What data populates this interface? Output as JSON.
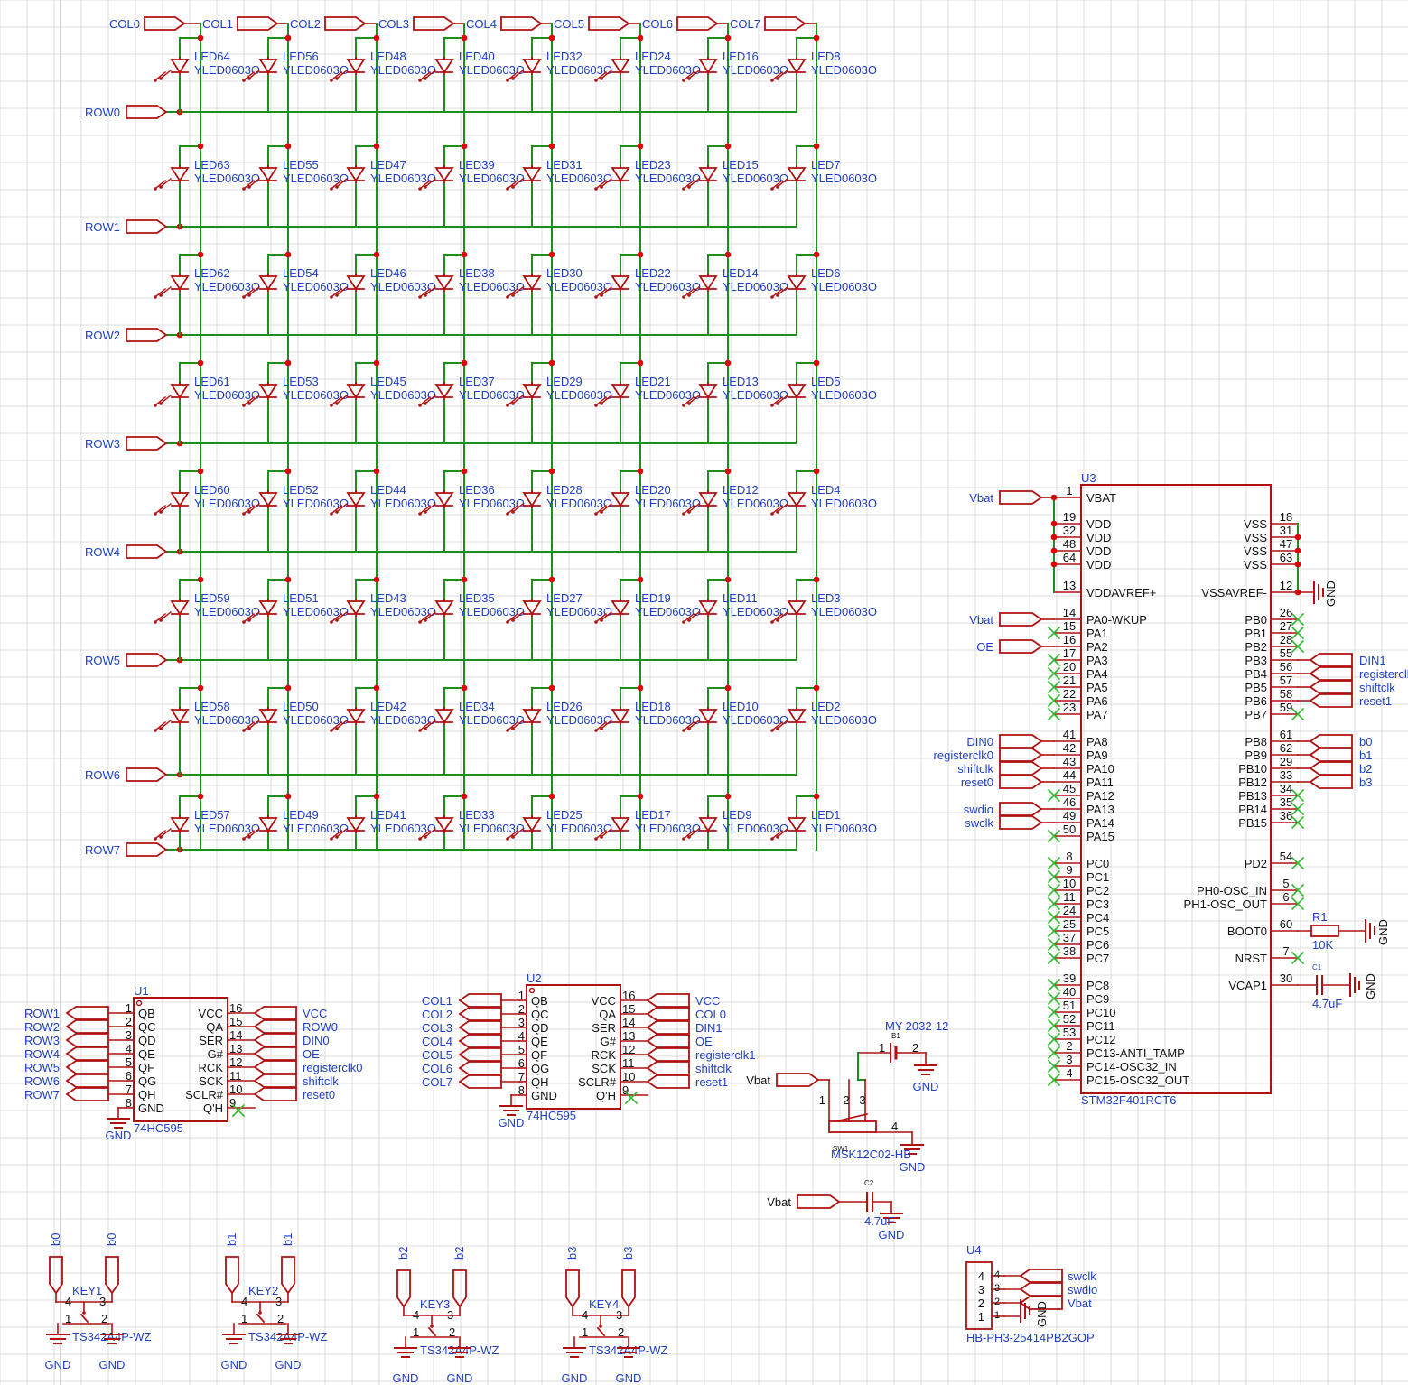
{
  "colors": {
    "grid": "#dcdcdc",
    "wire": "#1c8f1c",
    "symbol": "#b01010",
    "label": "#1f3fc4",
    "pin_text": "#111111",
    "junction": "#e00000",
    "nc_mark": "#2db82d"
  },
  "matrix": {
    "col_ports": [
      "COL0",
      "COL1",
      "COL2",
      "COL3",
      "COL4",
      "COL5",
      "COL6",
      "COL7"
    ],
    "row_ports": [
      "ROW0",
      "ROW1",
      "ROW2",
      "ROW3",
      "ROW4",
      "ROW5",
      "ROW6",
      "ROW7"
    ],
    "led_value": "YLED0603O",
    "led_rows": [
      [
        "LED64",
        "LED56",
        "LED48",
        "LED40",
        "LED32",
        "LED24",
        "LED16",
        "LED8"
      ],
      [
        "LED63",
        "LED55",
        "LED47",
        "LED39",
        "LED31",
        "LED23",
        "LED15",
        "LED7"
      ],
      [
        "LED62",
        "LED54",
        "LED46",
        "LED38",
        "LED30",
        "LED22",
        "LED14",
        "LED6"
      ],
      [
        "LED61",
        "LED53",
        "LED45",
        "LED37",
        "LED29",
        "LED21",
        "LED13",
        "LED5"
      ],
      [
        "LED60",
        "LED52",
        "LED44",
        "LED36",
        "LED28",
        "LED20",
        "LED12",
        "LED4"
      ],
      [
        "LED59",
        "LED51",
        "LED43",
        "LED35",
        "LED27",
        "LED19",
        "LED11",
        "LED3"
      ],
      [
        "LED58",
        "LED50",
        "LED42",
        "LED34",
        "LED26",
        "LED18",
        "LED10",
        "LED2"
      ],
      [
        "LED57",
        "LED49",
        "LED41",
        "LED33",
        "LED25",
        "LED17",
        "LED9",
        "LED1"
      ]
    ]
  },
  "mcu": {
    "ref": "U3",
    "part": "STM32F401RCT6",
    "left_pins": [
      {
        "num": "1",
        "name": "VBAT",
        "net": "Vbat"
      },
      {
        "num": "19",
        "name": "VDD",
        "net": ""
      },
      {
        "num": "32",
        "name": "VDD",
        "net": ""
      },
      {
        "num": "48",
        "name": "VDD",
        "net": ""
      },
      {
        "num": "64",
        "name": "VDD",
        "net": ""
      },
      {
        "num": "13",
        "name": "VDDAVREF+",
        "net": ""
      },
      {
        "num": "14",
        "name": "PA0-WKUP",
        "net": "Vbat"
      },
      {
        "num": "15",
        "name": "PA1",
        "net": "",
        "nc": true
      },
      {
        "num": "16",
        "name": "PA2",
        "net": "OE"
      },
      {
        "num": "17",
        "name": "PA3",
        "net": "",
        "nc": true
      },
      {
        "num": "20",
        "name": "PA4",
        "net": "",
        "nc": true
      },
      {
        "num": "21",
        "name": "PA5",
        "net": "",
        "nc": true
      },
      {
        "num": "22",
        "name": "PA6",
        "net": "",
        "nc": true
      },
      {
        "num": "23",
        "name": "PA7",
        "net": "",
        "nc": true
      },
      {
        "num": "41",
        "name": "PA8",
        "net": "DIN0"
      },
      {
        "num": "42",
        "name": "PA9",
        "net": "registerclk0"
      },
      {
        "num": "43",
        "name": "PA10",
        "net": "shiftclk"
      },
      {
        "num": "44",
        "name": "PA11",
        "net": "reset0"
      },
      {
        "num": "45",
        "name": "PA12",
        "net": "",
        "nc": true
      },
      {
        "num": "46",
        "name": "PA13",
        "net": "swdio"
      },
      {
        "num": "49",
        "name": "PA14",
        "net": "swclk"
      },
      {
        "num": "50",
        "name": "PA15",
        "net": "",
        "nc": true
      },
      {
        "num": "8",
        "name": "PC0",
        "net": "",
        "nc": true
      },
      {
        "num": "9",
        "name": "PC1",
        "net": "",
        "nc": true
      },
      {
        "num": "10",
        "name": "PC2",
        "net": "",
        "nc": true
      },
      {
        "num": "11",
        "name": "PC3",
        "net": "",
        "nc": true
      },
      {
        "num": "24",
        "name": "PC4",
        "net": "",
        "nc": true
      },
      {
        "num": "25",
        "name": "PC5",
        "net": "",
        "nc": true
      },
      {
        "num": "37",
        "name": "PC6",
        "net": "",
        "nc": true
      },
      {
        "num": "38",
        "name": "PC7",
        "net": "",
        "nc": true
      },
      {
        "num": "39",
        "name": "PC8",
        "net": "",
        "nc": true
      },
      {
        "num": "40",
        "name": "PC9",
        "net": "",
        "nc": true
      },
      {
        "num": "51",
        "name": "PC10",
        "net": "",
        "nc": true
      },
      {
        "num": "52",
        "name": "PC11",
        "net": "",
        "nc": true
      },
      {
        "num": "53",
        "name": "PC12",
        "net": "",
        "nc": true
      },
      {
        "num": "2",
        "name": "PC13-ANTI_TAMP",
        "net": "",
        "nc": true
      },
      {
        "num": "3",
        "name": "PC14-OSC32_IN",
        "net": "",
        "nc": true
      },
      {
        "num": "4",
        "name": "PC15-OSC32_OUT",
        "net": "",
        "nc": true
      }
    ],
    "right_pins": [
      {
        "num": "18",
        "name": "VSS",
        "net": ""
      },
      {
        "num": "31",
        "name": "VSS",
        "net": ""
      },
      {
        "num": "47",
        "name": "VSS",
        "net": ""
      },
      {
        "num": "63",
        "name": "VSS",
        "net": ""
      },
      {
        "num": "12",
        "name": "VSSAVREF-",
        "net": "GND"
      },
      {
        "num": "26",
        "name": "PB0",
        "net": "",
        "nc": true
      },
      {
        "num": "27",
        "name": "PB1",
        "net": "",
        "nc": true
      },
      {
        "num": "28",
        "name": "PB2",
        "net": "",
        "nc": true
      },
      {
        "num": "55",
        "name": "PB3",
        "net": "DIN1"
      },
      {
        "num": "56",
        "name": "PB4",
        "net": "registerclk"
      },
      {
        "num": "57",
        "name": "PB5",
        "net": "shiftclk"
      },
      {
        "num": "58",
        "name": "PB6",
        "net": "reset1"
      },
      {
        "num": "59",
        "name": "PB7",
        "net": "",
        "nc": true
      },
      {
        "num": "61",
        "name": "PB8",
        "net": "b0"
      },
      {
        "num": "62",
        "name": "PB9",
        "net": "b1"
      },
      {
        "num": "29",
        "name": "PB10",
        "net": "b2"
      },
      {
        "num": "33",
        "name": "PB12",
        "net": "b3"
      },
      {
        "num": "34",
        "name": "PB13",
        "net": "",
        "nc": true
      },
      {
        "num": "35",
        "name": "PB14",
        "net": "",
        "nc": true
      },
      {
        "num": "36",
        "name": "PB15",
        "net": "",
        "nc": true
      },
      {
        "num": "54",
        "name": "PD2",
        "net": "",
        "nc": true
      },
      {
        "num": "5",
        "name": "PH0-OSC_IN",
        "net": "",
        "nc": true
      },
      {
        "num": "6",
        "name": "PH1-OSC_OUT",
        "net": "",
        "nc": true
      },
      {
        "num": "60",
        "name": "BOOT0",
        "net": ""
      },
      {
        "num": "7",
        "name": "NRST",
        "net": "",
        "nc": true
      },
      {
        "num": "30",
        "name": "VCAP1",
        "net": ""
      }
    ],
    "r1": {
      "ref": "R1",
      "value": "10K"
    },
    "c1": {
      "ref": "C1",
      "value": "4.7uF"
    }
  },
  "shift_registers": [
    {
      "ref": "U1",
      "part": "74HC595",
      "left": [
        {
          "num": "1",
          "name": "QB",
          "net": "ROW1"
        },
        {
          "num": "2",
          "name": "QC",
          "net": "ROW2"
        },
        {
          "num": "3",
          "name": "QD",
          "net": "ROW3"
        },
        {
          "num": "4",
          "name": "QE",
          "net": "ROW4"
        },
        {
          "num": "5",
          "name": "QF",
          "net": "ROW5"
        },
        {
          "num": "6",
          "name": "QG",
          "net": "ROW6"
        },
        {
          "num": "7",
          "name": "QH",
          "net": "ROW7"
        },
        {
          "num": "8",
          "name": "GND",
          "net": ""
        }
      ],
      "right": [
        {
          "num": "16",
          "name": "VCC",
          "net": "VCC"
        },
        {
          "num": "15",
          "name": "QA",
          "net": "ROW0"
        },
        {
          "num": "14",
          "name": "SER",
          "net": "DIN0"
        },
        {
          "num": "13",
          "name": "G#",
          "net": "OE"
        },
        {
          "num": "12",
          "name": "RCK",
          "net": "registerclk0"
        },
        {
          "num": "11",
          "name": "SCK",
          "net": "shiftclk"
        },
        {
          "num": "10",
          "name": "SCLR#",
          "net": "reset0"
        },
        {
          "num": "9",
          "name": "Q'H",
          "net": "",
          "nc": true
        }
      ]
    },
    {
      "ref": "U2",
      "part": "74HC595",
      "left": [
        {
          "num": "1",
          "name": "QB",
          "net": "COL1"
        },
        {
          "num": "2",
          "name": "QC",
          "net": "COL2"
        },
        {
          "num": "3",
          "name": "QD",
          "net": "COL3"
        },
        {
          "num": "4",
          "name": "QE",
          "net": "COL4"
        },
        {
          "num": "5",
          "name": "QF",
          "net": "COL5"
        },
        {
          "num": "6",
          "name": "QG",
          "net": "COL6"
        },
        {
          "num": "7",
          "name": "QH",
          "net": "COL7"
        },
        {
          "num": "8",
          "name": "GND",
          "net": ""
        }
      ],
      "right": [
        {
          "num": "16",
          "name": "VCC",
          "net": "VCC"
        },
        {
          "num": "15",
          "name": "QA",
          "net": "COL0"
        },
        {
          "num": "14",
          "name": "SER",
          "net": "DIN1"
        },
        {
          "num": "13",
          "name": "G#",
          "net": "OE"
        },
        {
          "num": "12",
          "name": "RCK",
          "net": "registerclk1"
        },
        {
          "num": "11",
          "name": "SCK",
          "net": "shiftclk"
        },
        {
          "num": "10",
          "name": "SCLR#",
          "net": "reset1"
        },
        {
          "num": "9",
          "name": "Q'H",
          "net": "",
          "nc": true
        }
      ]
    }
  ],
  "power": {
    "battery": {
      "ref": "B1",
      "part": "MY-2032-12",
      "pin1": "1",
      "pin2": "2"
    },
    "switch": {
      "ref": "SW1",
      "part": "MSK12C02-HB",
      "pins": [
        "1",
        "2",
        "3",
        "4"
      ]
    },
    "c2": {
      "ref": "C2",
      "value": "4.7uF"
    },
    "vbat_label": "Vbat",
    "gnd_label": "GND"
  },
  "keys": [
    {
      "ref": "KEY1",
      "part": "TS342A4P-WZ",
      "net": "b0"
    },
    {
      "ref": "KEY2",
      "part": "TS342A4P-WZ",
      "net": "b1"
    },
    {
      "ref": "KEY3",
      "part": "TS342A4P-WZ",
      "net": "b2"
    },
    {
      "ref": "KEY4",
      "part": "TS342A4P-WZ",
      "net": "b3"
    }
  ],
  "connector": {
    "ref": "U4",
    "part": "HB-PH3-25414PB2GOP",
    "pins": [
      {
        "num": "4",
        "net": "swclk"
      },
      {
        "num": "3",
        "net": "swdio"
      },
      {
        "num": "2",
        "net": "Vbat"
      },
      {
        "num": "1",
        "net": "GND"
      }
    ]
  }
}
